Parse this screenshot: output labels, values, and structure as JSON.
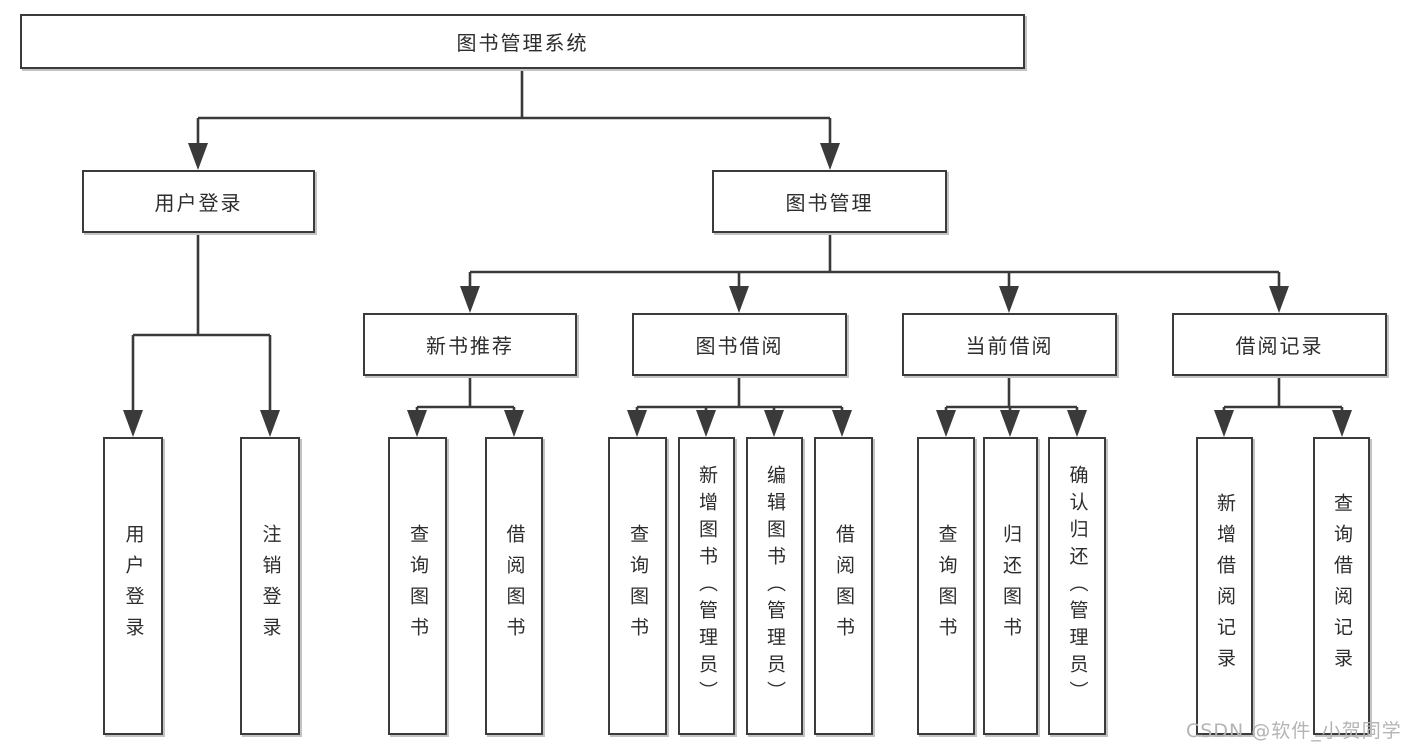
{
  "diagram": {
    "title": "图书管理系统",
    "level2": {
      "user_login": "用户登录",
      "book_mgmt": "图书管理"
    },
    "level3": {
      "new_book_recommend": "新书推荐",
      "book_borrow": "图书借阅",
      "current_borrow": "当前借阅",
      "borrow_records": "借阅记录"
    },
    "leaves": {
      "user_login_group": [
        "用户登录",
        "注销登录"
      ],
      "new_book_group": [
        "查询图书",
        "借阅图书"
      ],
      "borrow_group": [
        "查询图书",
        "新增图书（管理员）",
        "编辑图书（管理员）",
        "借阅图书"
      ],
      "current_group": [
        "查询图书",
        "归还图书",
        "确认归还（管理员）"
      ],
      "records_group": [
        "新增借阅记录",
        "查询借阅记录"
      ]
    },
    "watermark": "CSDN @软件_小贺同学",
    "colors": {
      "line": "#3a3a3a",
      "border": "#3b3b3b",
      "text": "#2d2d2d",
      "watermark": "#b2b4b6",
      "background": "#ffffff"
    }
  }
}
